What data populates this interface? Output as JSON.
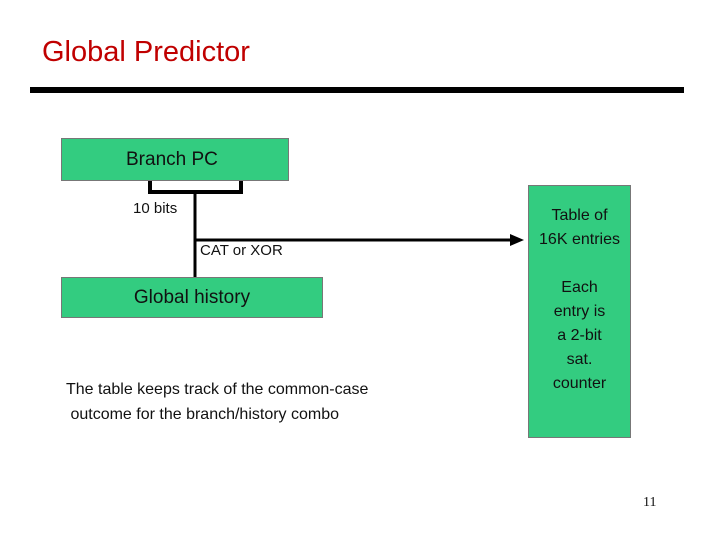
{
  "slide": {
    "title": "Global Predictor",
    "page_number": "11"
  },
  "diagram": {
    "branch_pc": "Branch PC",
    "bits_label": "10 bits",
    "combine_label": "CAT or XOR",
    "global_history": "Global history",
    "table_line1": "Table of",
    "table_line2": "16K entries",
    "entry_lines": [
      "Each",
      "entry is",
      "a 2-bit",
      "sat.",
      "counter"
    ],
    "note": "The table keeps track of the common-case\n outcome for the branch/history combo"
  }
}
